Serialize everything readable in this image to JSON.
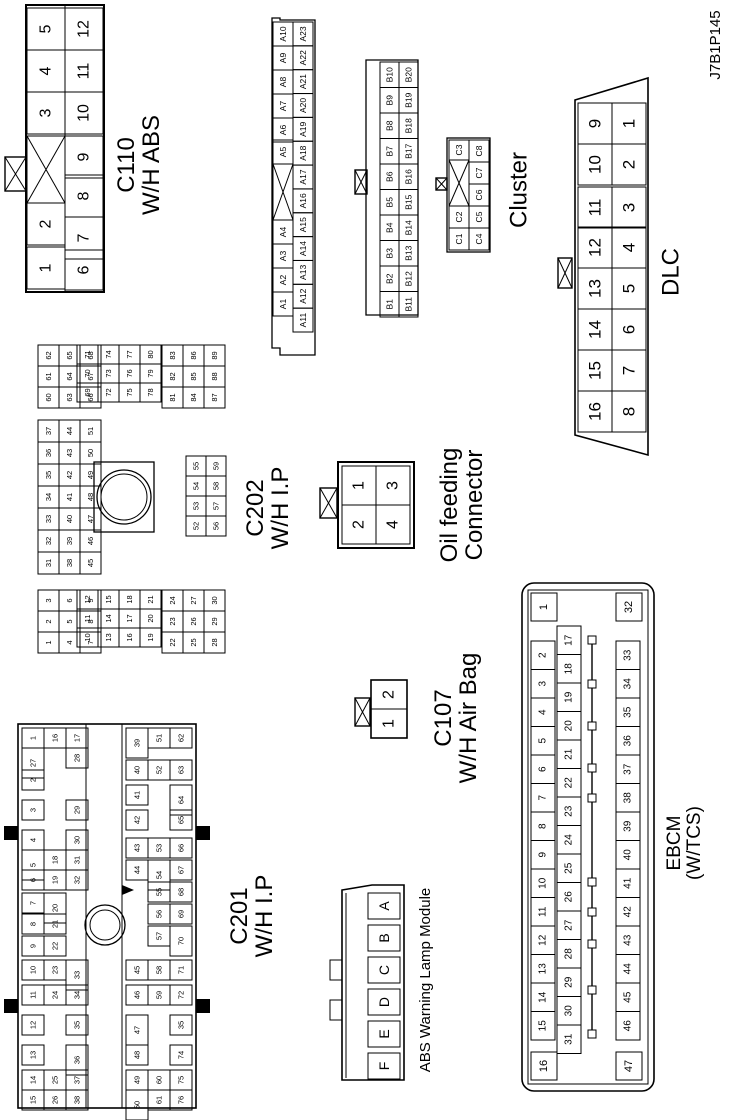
{
  "figure_id": "J7B1P145",
  "labels": {
    "c110": {
      "line1": "C110",
      "line2": "W/H ABS"
    },
    "cluster": "Cluster",
    "dlc": "DLC",
    "c202": {
      "line1": "C202",
      "line2": "W/H I.P"
    },
    "oil_feeding": {
      "line1": "Oil feeding",
      "line2": "Connector"
    },
    "c107": {
      "line1": "C107",
      "line2": "W/H Air Bag"
    },
    "c201": {
      "line1": "C201",
      "line2": "W/H I.P"
    },
    "abs_lamp": "ABS Warning Lamp Module",
    "ebcm": {
      "line1": "EBCM",
      "line2": "(W/TCS)"
    }
  },
  "c110": {
    "top": [
      "5",
      "4",
      "3",
      "2",
      "1"
    ],
    "bottom": [
      "12",
      "11",
      "10",
      "9",
      "8",
      "7",
      "6"
    ]
  },
  "cluster_a": {
    "row1": [
      "A10",
      "A9",
      "A8",
      "A7",
      "A6",
      "A5",
      "A4",
      "A3",
      "A2",
      "A1"
    ],
    "row2": [
      "A23",
      "A22",
      "A21",
      "A20",
      "A19",
      "A18",
      "A17",
      "A16",
      "A15",
      "A14",
      "A13",
      "A12",
      "A11"
    ]
  },
  "cluster_b": {
    "row1": [
      "B10",
      "B9",
      "B8",
      "B7",
      "B6",
      "B5",
      "B4",
      "B3",
      "B2",
      "B1"
    ],
    "row2": [
      "B20",
      "B19",
      "B18",
      "B17",
      "B16",
      "B15",
      "B14",
      "B13",
      "B12",
      "B11"
    ]
  },
  "cluster_c": {
    "row1": [
      "C3",
      "C2",
      "C1"
    ],
    "row2": [
      "C8",
      "C7",
      "C6",
      "C5",
      "C4"
    ]
  },
  "dlc": {
    "top": [
      "9",
      "10",
      "11",
      "12",
      "13",
      "14",
      "15",
      "16"
    ],
    "bottom": [
      "1",
      "2",
      "3",
      "4",
      "5",
      "6",
      "7",
      "8"
    ]
  },
  "c202_groups": [
    [
      "60",
      "61",
      "62",
      "63",
      "64",
      "65",
      "66",
      "67",
      "68"
    ],
    [
      "69",
      "70",
      "71",
      "72",
      "73",
      "74",
      "75",
      "76",
      "77",
      "78",
      "79",
      "80"
    ],
    [
      "81",
      "82",
      "83",
      "84",
      "85",
      "86",
      "87",
      "88",
      "89"
    ],
    [
      "31",
      "32",
      "33",
      "34",
      "35",
      "36",
      "37",
      "38",
      "39",
      "40",
      "41",
      "42",
      "43",
      "44",
      "45",
      "46",
      "47",
      "48",
      "49",
      "50",
      "51"
    ],
    [
      "52",
      "53",
      "54",
      "55",
      "56",
      "57",
      "58",
      "59"
    ],
    [
      "1",
      "2",
      "3",
      "4",
      "5",
      "6",
      "7",
      "8",
      "9"
    ],
    [
      "10",
      "11",
      "12",
      "13",
      "14",
      "15",
      "16",
      "17",
      "18",
      "19",
      "20",
      "21"
    ],
    [
      "22",
      "23",
      "24",
      "25",
      "26",
      "27",
      "28",
      "29",
      "30"
    ]
  ],
  "oil": [
    "1",
    "3",
    "2",
    "4"
  ],
  "c107": [
    "2",
    "1"
  ],
  "abs_lamp_pins": [
    "A",
    "B",
    "C",
    "D",
    "E",
    "F"
  ],
  "ebcm": {
    "corners": [
      "1",
      "32",
      "16",
      "47"
    ],
    "row1": [
      "2",
      "3",
      "4",
      "5",
      "6",
      "7",
      "8",
      "9",
      "10",
      "11",
      "12",
      "13",
      "14",
      "15"
    ],
    "row2": [
      "17",
      "18",
      "19",
      "20",
      "21",
      "22",
      "23",
      "24",
      "25",
      "26",
      "27",
      "28",
      "29",
      "30",
      "31"
    ],
    "row3": [
      "33",
      "34",
      "35",
      "36",
      "37",
      "38",
      "39",
      "40",
      "41",
      "42",
      "43",
      "44",
      "45",
      "46"
    ]
  },
  "c201": {
    "pins": [
      "1",
      "16",
      "17",
      "27",
      "28",
      "2",
      "3",
      "29",
      "4",
      "30",
      "5",
      "18",
      "31",
      "32",
      "6",
      "19",
      "7",
      "20",
      "8",
      "21",
      "9",
      "22",
      "10",
      "23",
      "33",
      "11",
      "24",
      "34",
      "12",
      "35",
      "13",
      "36",
      "14",
      "25",
      "15",
      "26",
      "37",
      "38",
      "39",
      "51",
      "62",
      "40",
      "52",
      "63",
      "41",
      "64",
      "42",
      "65",
      "43",
      "53",
      "66",
      "44",
      "54",
      "67",
      "55",
      "68",
      "56",
      "69",
      "57",
      "70",
      "45",
      "58",
      "71",
      "46",
      "59",
      "72",
      "47",
      "35",
      "48",
      "74",
      "49",
      "60",
      "75",
      "50",
      "61",
      "76"
    ]
  }
}
